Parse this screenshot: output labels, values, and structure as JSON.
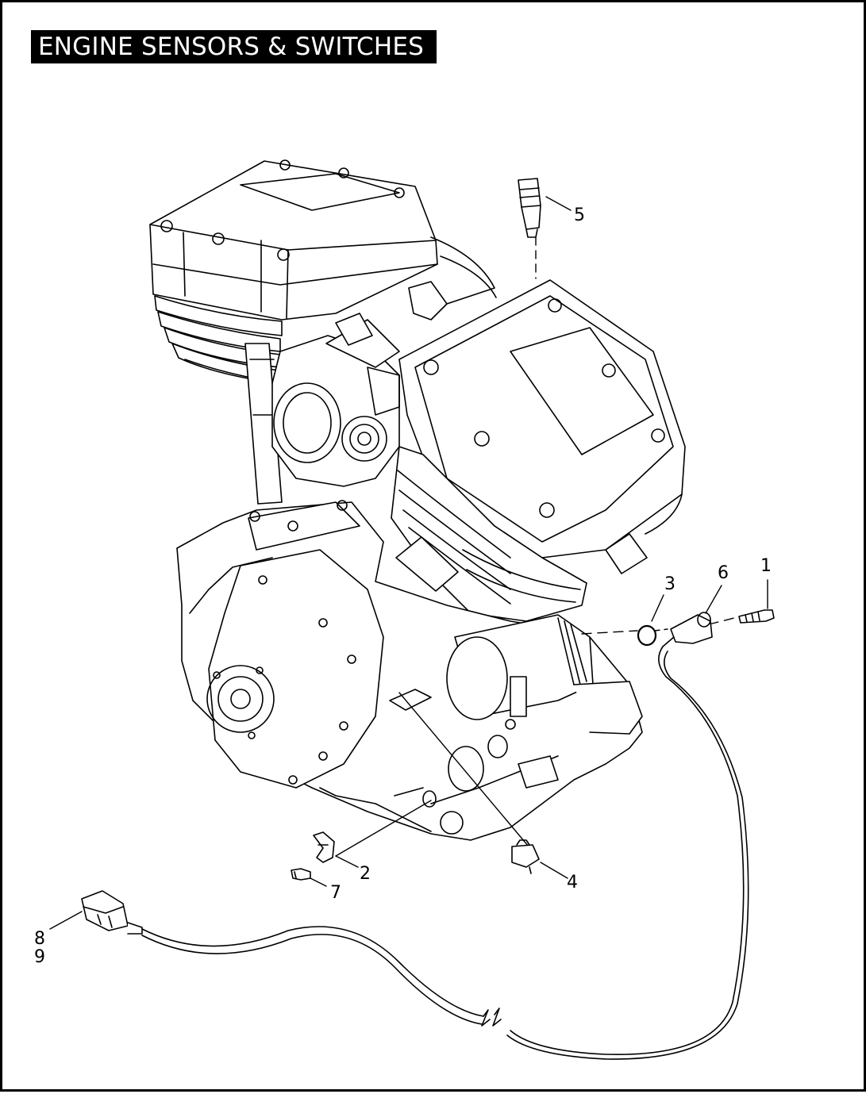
{
  "header": {
    "title": "ENGINE SENSORS & SWITCHES"
  },
  "callouts": [
    {
      "id": "c1",
      "label": "1"
    },
    {
      "id": "c2",
      "label": "2"
    },
    {
      "id": "c3",
      "label": "3"
    },
    {
      "id": "c4",
      "label": "4"
    },
    {
      "id": "c5",
      "label": "5"
    },
    {
      "id": "c6",
      "label": "6"
    },
    {
      "id": "c7",
      "label": "7"
    },
    {
      "id": "c8",
      "label": "8"
    },
    {
      "id": "c9",
      "label": "9"
    }
  ],
  "colors": {
    "ink": "#000000",
    "paper": "#ffffff"
  }
}
